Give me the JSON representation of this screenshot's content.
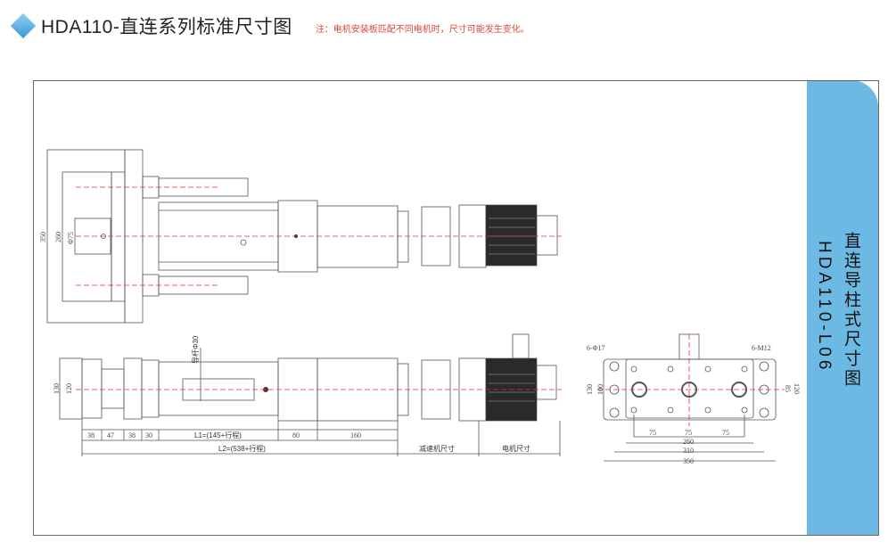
{
  "header": {
    "title": "HDA110-直连系列标准尺寸图",
    "note": "注：电机安装板匹配不同电机时，尺寸可能发生变化。"
  },
  "side_panel": {
    "title": "直连导柱式尺寸图",
    "model": "HDA110-L06",
    "color": "#6cb9e3"
  },
  "top_view": {
    "dims": {
      "outer": "350",
      "inner": "260",
      "bore": "Φ75"
    }
  },
  "side_view": {
    "guide_rod": "导杆Φ30",
    "height_dims": [
      "130",
      "120"
    ],
    "segments": [
      "38",
      "47",
      "38",
      "30",
      "L1=(145+行程)",
      "80",
      "160"
    ],
    "total": "L2=(538+行程)",
    "reducer": "减速机尺寸",
    "motor": "电机尺寸"
  },
  "end_view": {
    "holes_left": "6-Φ17",
    "holes_right": "6-M12",
    "left_dims": [
      "130",
      "100"
    ],
    "right_dims": [
      "85",
      "120"
    ],
    "bottom_dims": [
      "75",
      "75",
      "75",
      "260",
      "310",
      "350"
    ]
  }
}
